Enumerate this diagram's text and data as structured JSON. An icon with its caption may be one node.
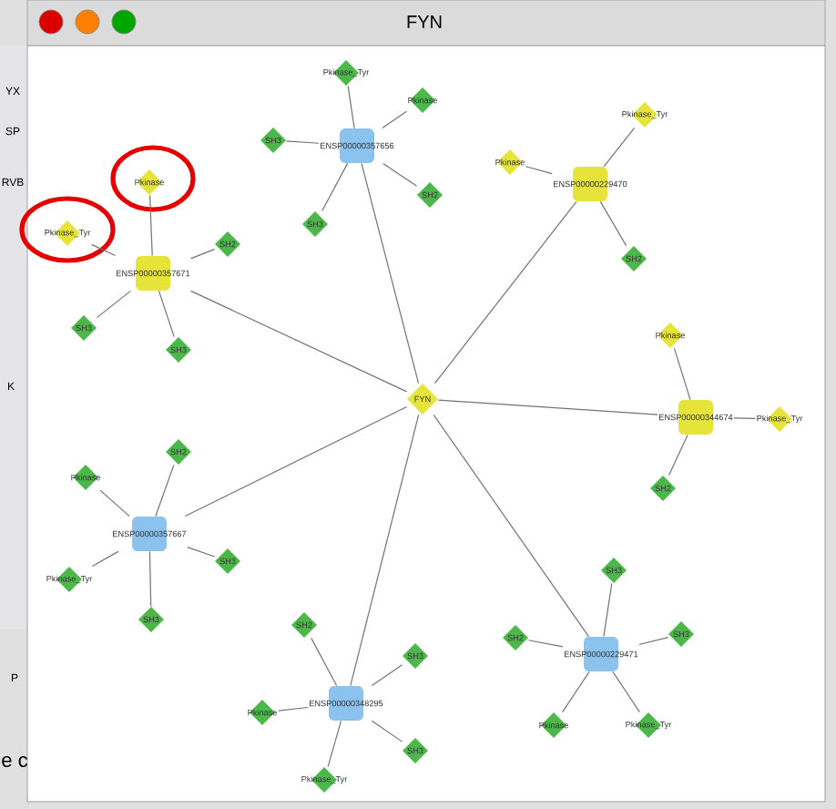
{
  "diagram": {
    "title": "FYN",
    "nodes": [
      {
        "text": [
          "FYN"
        ]
      },
      {
        "text": [
          "ENSP00000357656"
        ]
      },
      {
        "text": [
          "Pkinase_Tyr"
        ]
      },
      {
        "text": [
          "SH3"
        ]
      },
      {
        "text": [
          "Pkinase"
        ]
      },
      {
        "text": [
          "SH2"
        ]
      },
      {
        "text": [
          "SH3"
        ]
      },
      {
        "text": [
          "ENSP00000357671"
        ]
      },
      {
        "text": [
          "Pkinase"
        ]
      },
      {
        "text": [
          "Pkinase_Tyr"
        ]
      },
      {
        "text": [
          "SH2"
        ]
      },
      {
        "text": [
          "SH3"
        ]
      },
      {
        "text": [
          "SH3"
        ]
      },
      {
        "text": [
          "ENSP00000229470"
        ]
      },
      {
        "text": [
          "Pkinase_Tyr"
        ]
      },
      {
        "text": [
          "Pkinase"
        ]
      },
      {
        "text": [
          "SH2"
        ]
      },
      {
        "text": [
          "ENSP00000344674"
        ]
      },
      {
        "text": [
          "Pkinase"
        ]
      },
      {
        "text": [
          "Pkinase_Tyr"
        ]
      },
      {
        "text": [
          "SH2"
        ]
      },
      {
        "text": [
          "ENSP00000357667"
        ]
      },
      {
        "text": [
          "SH2"
        ]
      },
      {
        "text": [
          "Pkinase"
        ]
      },
      {
        "text": [
          "Pkinase_Tyr"
        ]
      },
      {
        "text": [
          "SH3"
        ]
      },
      {
        "text": [
          "SH3"
        ]
      },
      {
        "text": [
          "ENSP00000348295"
        ]
      },
      {
        "text": [
          "SH2"
        ]
      },
      {
        "text": [
          "SH3"
        ]
      },
      {
        "text": [
          "Pkinase"
        ]
      },
      {
        "text": [
          "SH3"
        ]
      },
      {
        "text": [
          "Pkinase_Tyr"
        ]
      },
      {
        "text": [
          "ENSP00000229471"
        ]
      },
      {
        "text": [
          "SH3"
        ]
      },
      {
        "text": [
          "SH2"
        ]
      },
      {
        "text": [
          "SH3"
        ]
      },
      {
        "text": [
          "Pkinase"
        ]
      },
      {
        "text": [
          "Pkinase_Tyr"
        ]
      }
    ],
    "edges": [
      {
        "from": 0,
        "to": 1,
        "arrow": "none"
      },
      {
        "from": 0,
        "to": 7,
        "arrow": "none"
      },
      {
        "from": 0,
        "to": 13,
        "arrow": "none"
      },
      {
        "from": 0,
        "to": 17,
        "arrow": "none"
      },
      {
        "from": 0,
        "to": 21,
        "arrow": "none"
      },
      {
        "from": 0,
        "to": 27,
        "arrow": "none"
      },
      {
        "from": 0,
        "to": 33,
        "arrow": "none"
      },
      {
        "from": 1,
        "to": 2,
        "arrow": "none"
      },
      {
        "from": 1,
        "to": 3,
        "arrow": "none"
      },
      {
        "from": 1,
        "to": 4,
        "arrow": "none"
      },
      {
        "from": 1,
        "to": 5,
        "arrow": "none"
      },
      {
        "from": 1,
        "to": 6,
        "arrow": "none"
      },
      {
        "from": 7,
        "to": 8,
        "arrow": "none"
      },
      {
        "from": 7,
        "to": 9,
        "arrow": "none"
      },
      {
        "from": 7,
        "to": 10,
        "arrow": "none"
      },
      {
        "from": 7,
        "to": 11,
        "arrow": "none"
      },
      {
        "from": 7,
        "to": 12,
        "arrow": "none"
      },
      {
        "from": 13,
        "to": 14,
        "arrow": "none"
      },
      {
        "from": 13,
        "to": 15,
        "arrow": "none"
      },
      {
        "from": 13,
        "to": 16,
        "arrow": "none"
      },
      {
        "from": 17,
        "to": 18,
        "arrow": "none"
      },
      {
        "from": 17,
        "to": 19,
        "arrow": "none"
      },
      {
        "from": 17,
        "to": 20,
        "arrow": "none"
      },
      {
        "from": 21,
        "to": 22,
        "arrow": "none"
      },
      {
        "from": 21,
        "to": 23,
        "arrow": "none"
      },
      {
        "from": 21,
        "to": 24,
        "arrow": "none"
      },
      {
        "from": 21,
        "to": 25,
        "arrow": "none"
      },
      {
        "from": 21,
        "to": 26,
        "arrow": "none"
      },
      {
        "from": 27,
        "to": 28,
        "arrow": "none"
      },
      {
        "from": 27,
        "to": 29,
        "arrow": "none"
      },
      {
        "from": 27,
        "to": 30,
        "arrow": "none"
      },
      {
        "from": 27,
        "to": 31,
        "arrow": "none"
      },
      {
        "from": 27,
        "to": 32,
        "arrow": "none"
      },
      {
        "from": 33,
        "to": 34,
        "arrow": "none"
      },
      {
        "from": 33,
        "to": 35,
        "arrow": "none"
      },
      {
        "from": 33,
        "to": 36,
        "arrow": "none"
      },
      {
        "from": 33,
        "to": 37,
        "arrow": "none"
      },
      {
        "from": 33,
        "to": 38,
        "arrow": "none"
      }
    ],
    "labels": [
      "YX",
      "SP",
      "RVB",
      "K",
      "P",
      "e c"
    ]
  }
}
